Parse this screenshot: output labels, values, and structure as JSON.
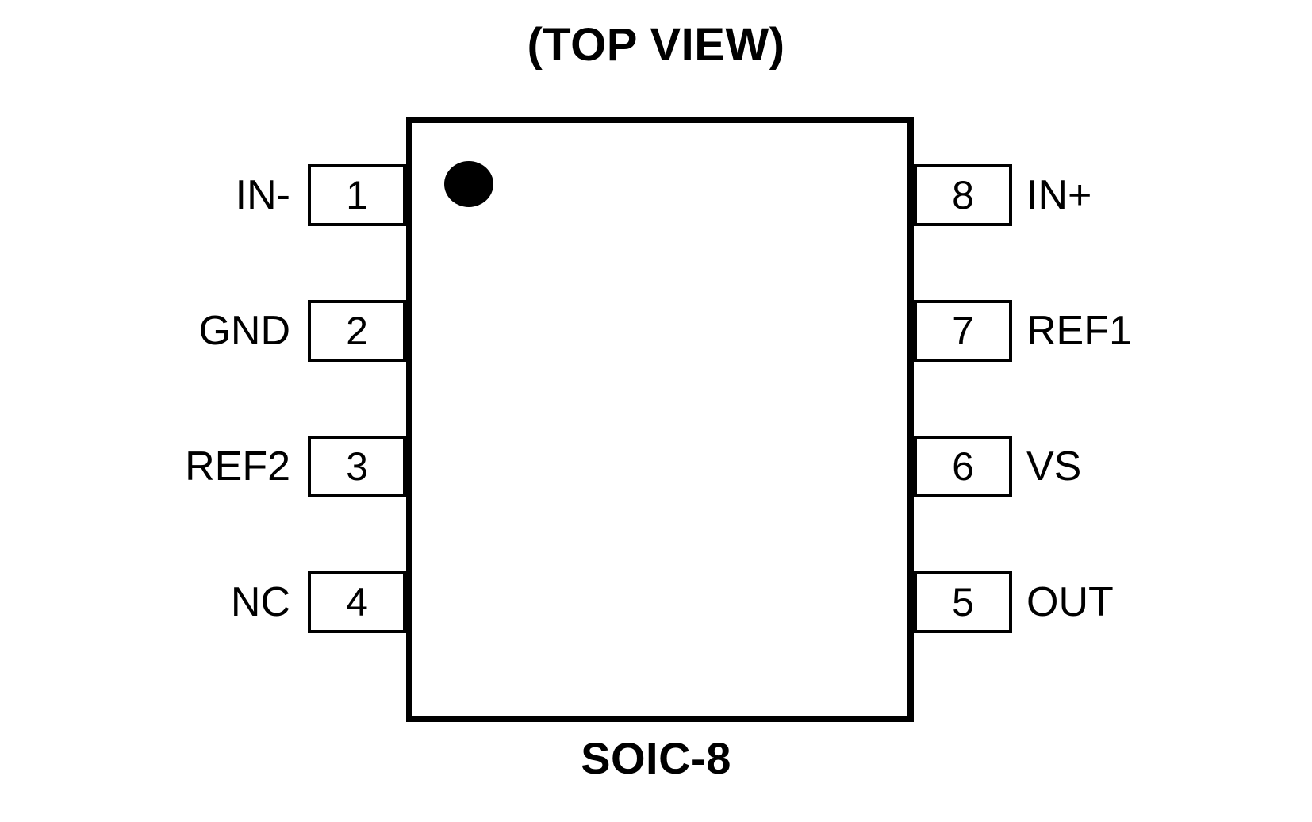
{
  "diagram": {
    "title": "(TOP VIEW)",
    "package_name": "SOIC-8",
    "pin1_marker": "pin1-dot",
    "colors": {
      "outline": "#000000",
      "background": "#ffffff",
      "text": "#000000"
    }
  },
  "pins": {
    "left": [
      {
        "number": "1",
        "label": "IN-"
      },
      {
        "number": "2",
        "label": "GND"
      },
      {
        "number": "3",
        "label": "REF2"
      },
      {
        "number": "4",
        "label": "NC"
      }
    ],
    "right": [
      {
        "number": "8",
        "label": "IN+"
      },
      {
        "number": "7",
        "label": "REF1"
      },
      {
        "number": "6",
        "label": "VS"
      },
      {
        "number": "5",
        "label": "OUT"
      }
    ]
  }
}
